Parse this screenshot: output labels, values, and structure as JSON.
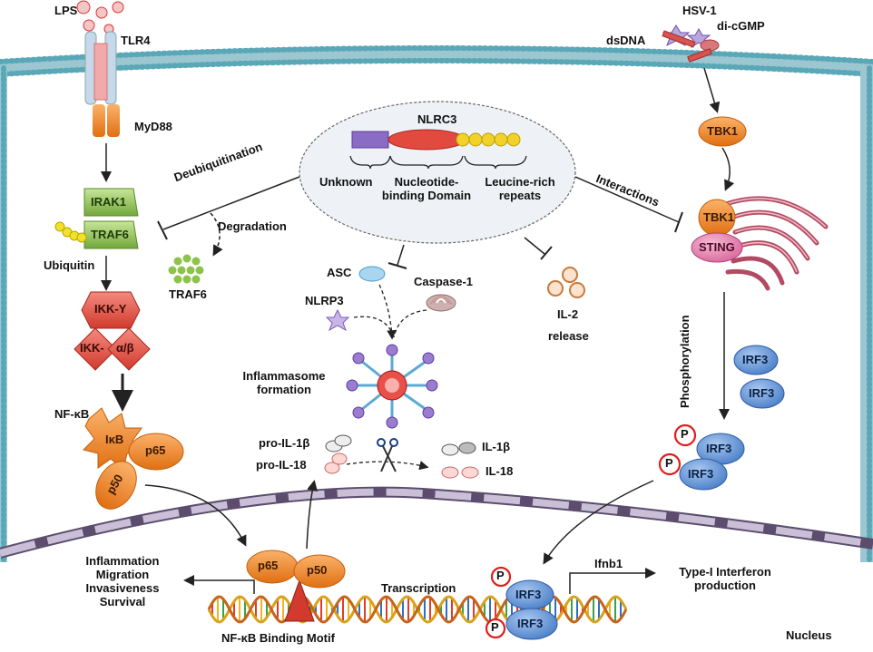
{
  "top": {
    "lps": "LPS",
    "tlr4": "TLR4",
    "hsv1": "HSV-1",
    "dicgmp": "di-cGMP",
    "dsdna": "dsDNA"
  },
  "left": {
    "myd88": "MyD88",
    "irak1": "IRAK1",
    "traf6": "TRAF6",
    "ubiquitin": "Ubiquitin",
    "ikk_gamma": "IKK-Y",
    "ikk_alpha": "IKK-",
    "ikk_beta": "α/β",
    "nfkb": "NF-κB",
    "ikb": "IκB",
    "p65": "p65",
    "p50": "p50",
    "deubiquitination": "Deubiquitination",
    "degradation": "Degradation",
    "traf6_free": "TRAF6"
  },
  "nlrc3": {
    "title": "NLRC3",
    "domain_unknown": "Unknown",
    "domain_nbd": "Nucleotide-\nbinding Domain",
    "domain_lrr": "Leucine-rich\nrepeats"
  },
  "center": {
    "asc": "ASC",
    "caspase1": "Caspase-1",
    "nlrp3": "NLRP3",
    "inflammasome": "Inflammasome\nformation",
    "il2": "IL-2",
    "il2_release": "release",
    "pro_il1b": "pro-IL-1β",
    "pro_il18": "pro-IL-18",
    "il1b": "IL-1β",
    "il18": "IL-18"
  },
  "right": {
    "interactions": "Interactions",
    "tbk1": "TBK1",
    "tbk1_b": "TBK1",
    "sting": "STING",
    "phosphorylation": "Phosphorylation",
    "irf3_a": "IRF3",
    "irf3_b": "IRF3",
    "irf3_c": "IRF3",
    "irf3_d": "IRF3",
    "p": "P"
  },
  "nucleus": {
    "p65": "p65",
    "p50": "p50",
    "outcomes": "Inflammation\nMigration\nInvasiveness\nSurvival",
    "binding_motif": "NF-κB Binding Motif",
    "transcription": "Transcription",
    "irf3_a": "IRF3",
    "irf3_b": "IRF3",
    "p": "P",
    "ifnb1": "Ifnb1",
    "type1_ifn": "Type-I Interferon\nproduction",
    "nucleus_label": "Nucleus"
  },
  "colors": {
    "membrane_head": "#5aa7b8",
    "membrane_tail": "#9cc7d1",
    "nuclear_envelope": "#7a6a8a",
    "orange": "#f08a24",
    "green": "#8cc34b",
    "red_ikk": "#e24a3f",
    "blue_irf3": "#5b8fd6",
    "nlrc3_ellipse": "#eef2f7"
  }
}
